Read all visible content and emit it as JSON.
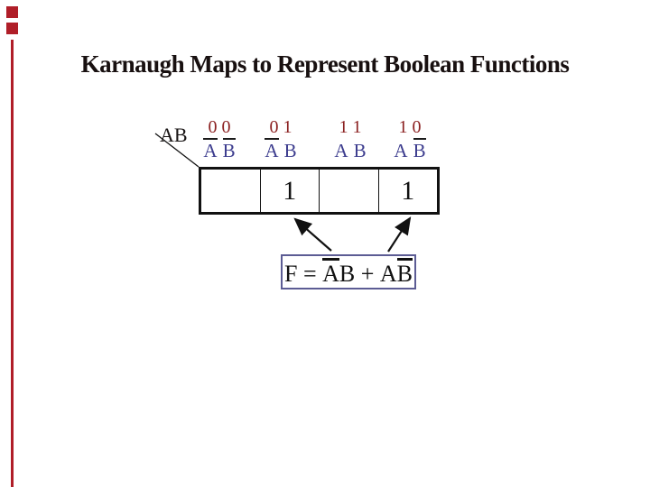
{
  "page": {
    "title": "Karnaugh Maps to Represent Boolean Functions"
  },
  "theme": {
    "accent_red": "#b01e28",
    "header_red": "#8b2020",
    "variable_blue": "#3c3c8e",
    "formula_box_border": "#5c5c94",
    "text_color": "#111111",
    "background": "#ffffff"
  },
  "kmap": {
    "corner_label": "AB",
    "columns": [
      {
        "code": "0 0",
        "var_a": "A",
        "var_b": "B",
        "a_bar": true,
        "b_bar": true
      },
      {
        "code": "0 1",
        "var_a": "A",
        "var_b": "B",
        "a_bar": true,
        "b_bar": false
      },
      {
        "code": "1 1",
        "var_a": "A",
        "var_b": "B",
        "a_bar": false,
        "b_bar": false
      },
      {
        "code": "1 0",
        "var_a": "A",
        "var_b": "B",
        "a_bar": false,
        "b_bar": true
      }
    ],
    "cells": [
      "",
      "1",
      "",
      "1"
    ]
  },
  "formula": {
    "seg1": "F = ",
    "bar1": "A",
    "seg2": "B + A",
    "bar2": "B"
  }
}
